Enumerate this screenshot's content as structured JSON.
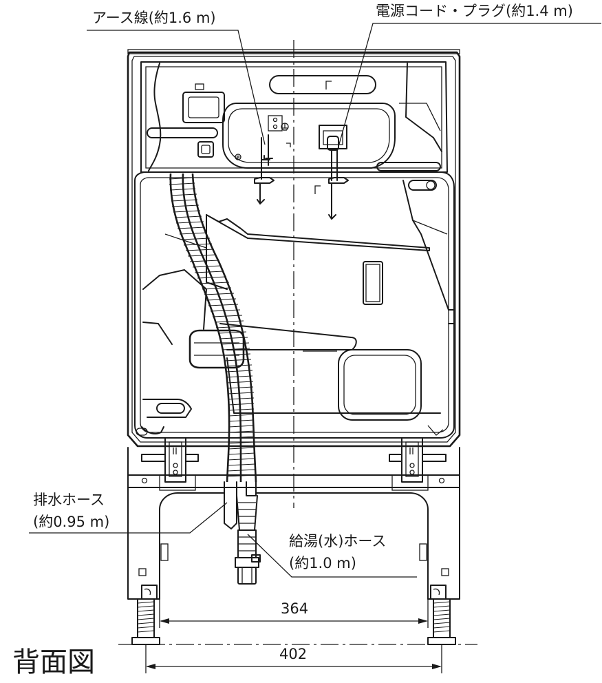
{
  "title": "背面図",
  "labels": {
    "earth_wire": "アース線(約1.6 m)",
    "power_cord": "電源コード・プラグ(約1.4 m)",
    "drain_hose_line1": "排水ホース",
    "drain_hose_line2": "(約0.95 m)",
    "supply_hose_line1": "給湯(水)ホース",
    "supply_hose_line2": "(約1.0 m)"
  },
  "dimensions": {
    "inner_width": "364",
    "outer_width": "402"
  }
}
